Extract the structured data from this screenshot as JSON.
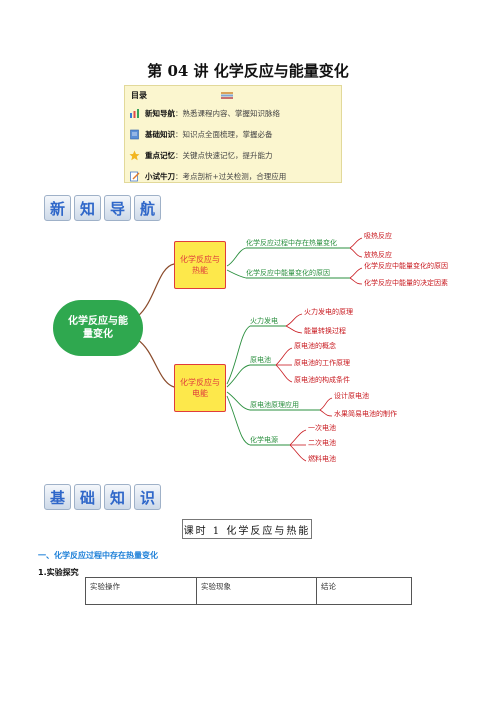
{
  "doc": {
    "title": "第 04 讲  化学反应与能量变化"
  },
  "toc": {
    "heading": "目录",
    "items": [
      {
        "key": "新知导航",
        "desc": "：熟悉课程内容、掌握知识脉络"
      },
      {
        "key": "基础知识",
        "desc": "：知识点全面梳理，掌握必备"
      },
      {
        "key": "重点记忆",
        "desc": "：关键点快速记忆，提升能力"
      },
      {
        "key": "小试牛刀",
        "desc": "：考点剖析+过关检测，合理应用"
      }
    ]
  },
  "banner1": [
    "新",
    "知",
    "导",
    "航"
  ],
  "banner2": [
    "基",
    "础",
    "知",
    "识"
  ],
  "mindmap": {
    "center": "化学反应与能量变化",
    "branch1": {
      "title": "化学反应与热能",
      "items": [
        {
          "label": "化学反应过程中存在热量变化",
          "leaves": [
            "吸热反应",
            "放热反应"
          ]
        },
        {
          "label": "化学反应中能量变化的原因",
          "leaves": [
            "化学反应中能量变化的原因",
            "化学反应中能量的决定因素"
          ]
        }
      ]
    },
    "branch2": {
      "title": "化学反应与电能",
      "items": [
        {
          "label": "火力发电",
          "leaves": [
            "火力发电的原理",
            "能量转换过程"
          ]
        },
        {
          "label": "原电池",
          "leaves": [
            "原电池的概念",
            "原电池的工作原理",
            "原电池的构成条件"
          ]
        },
        {
          "label": "原电池原理应用",
          "leaves": [
            "设计原电池",
            "水果简易电池的制作"
          ]
        },
        {
          "label": "化学电源",
          "leaves": [
            "一次电池",
            "二次电池",
            "燃料电池"
          ]
        }
      ]
    }
  },
  "lesson": "课时 1  化学反应与热能",
  "section": "一、化学反应过程中存在热量变化",
  "subsection": "1.实验探究",
  "table": {
    "headers": [
      "实验操作",
      "实验现象",
      "结论"
    ]
  },
  "colors": {
    "accent_blue": "#1c7fd8",
    "mindmap_green": "#2fa84f",
    "branch_fill": "#fde84b",
    "leaf_red": "#c8191f"
  }
}
